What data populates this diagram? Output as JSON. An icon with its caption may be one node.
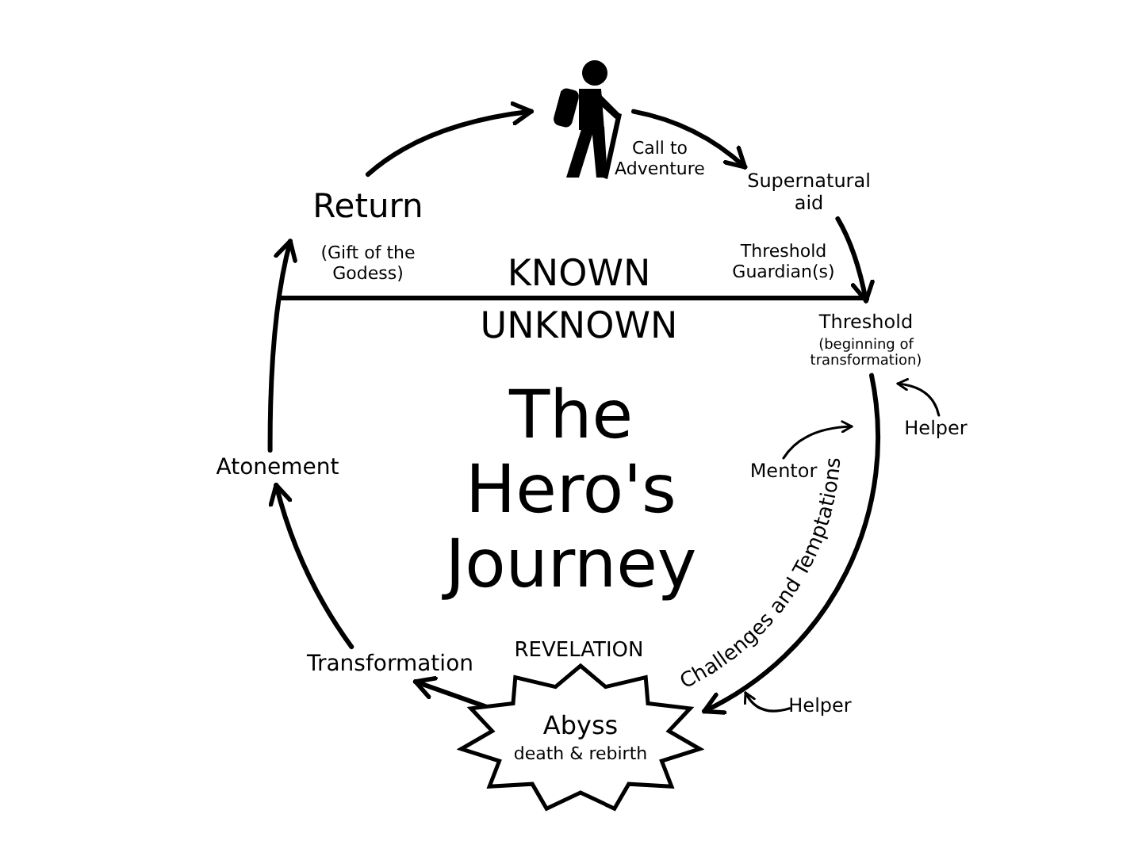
{
  "diagram": {
    "title": "The Hero's Journey",
    "nodes": [
      {
        "text": [],
        "shape": "picture"
      },
      {
        "text": [
          "Supernatural aid"
        ]
      },
      {
        "text": [
          "Threshold",
          "(beginning of transformation)"
        ]
      },
      {
        "text": [
          "Abyss",
          "death & rebirth"
        ],
        "beside": [
          "REVELATION"
        ]
      },
      {
        "text": [
          "Transformation"
        ]
      },
      {
        "text": [
          "Atonement"
        ]
      },
      {
        "text": [
          "Return",
          "(Gift of the Godess)"
        ]
      },
      {
        "text": [
          "Helper"
        ]
      },
      {
        "text": [
          "Mentor"
        ]
      },
      {
        "text": [
          "Helper"
        ]
      }
    ],
    "edges": [
      {
        "from": 6,
        "to": 0,
        "arrow": "to"
      },
      {
        "from": 0,
        "to": 1,
        "arrow": "to",
        "label": "Call to Adventure"
      },
      {
        "from": 1,
        "to": 2,
        "arrow": "to",
        "label": "Threshold Guardian(s)"
      },
      {
        "from": 2,
        "to": 3,
        "arrow": "to",
        "label": "Challenges and Temptations"
      },
      {
        "from": 3,
        "to": 4,
        "arrow": "to"
      },
      {
        "from": 4,
        "to": 5,
        "arrow": "to"
      },
      {
        "from": 5,
        "to": 6,
        "arrow": "to"
      },
      {
        "from": 7,
        "to": null,
        "arrow": "to"
      },
      {
        "from": 8,
        "to": null,
        "arrow": "to"
      },
      {
        "from": 9,
        "to": null,
        "arrow": "to"
      }
    ],
    "labels": [
      "KNOWN",
      "UNKNOWN"
    ]
  }
}
